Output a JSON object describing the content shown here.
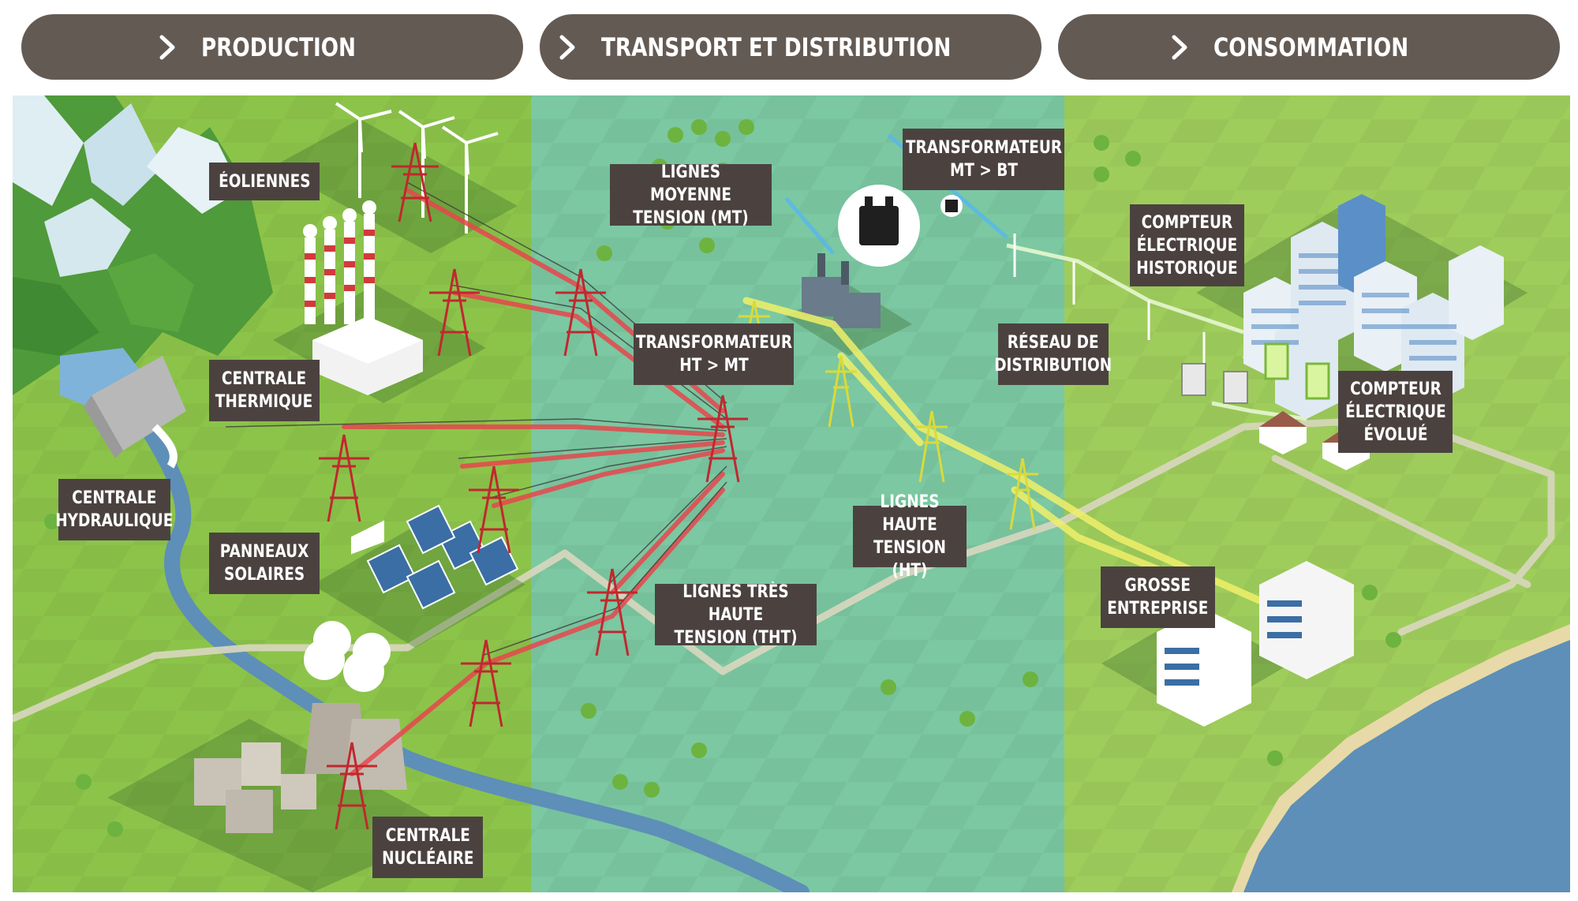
{
  "tabs": [
    {
      "label": "PRODUCTION"
    },
    {
      "label": "TRANSPORT ET DISTRIBUTION"
    },
    {
      "label": "CONSOMMATION"
    }
  ],
  "labels": {
    "eoliennes": "ÉOLIENNES",
    "centrale_thermique": "CENTRALE\nTHERMIQUE",
    "centrale_hydraulique": "CENTRALE\nHYDRAULIQUE",
    "panneaux_solaires": "PANNEAUX\nSOLAIRES",
    "centrale_nucleaire": "CENTRALE\nNUCLÉAIRE",
    "lignes_moyenne_tension": "LIGNES MOYENNE\nTENSION (MT)",
    "transformateur_ht_mt": "TRANSFORMATEUR\nHT > MT",
    "transformateur_mt_bt": "TRANSFORMATEUR\nMT > BT",
    "reseau_distribution": "RÉSEAU DE\nDISTRIBUTION",
    "lignes_haute_tension": "LIGNES HAUTE\nTENSION (HT)",
    "lignes_tres_haute_tension": "LIGNES TRÈS HAUTE\nTENSION (THT)",
    "compteur_historique": "COMPTEUR\nÉLECTRIQUE\nHISTORIQUE",
    "compteur_evolue": "COMPTEUR\nÉLECTRIQUE\nÉVOLUÉ",
    "grosse_entreprise": "GROSSE\nENTREPRISE"
  },
  "colors": {
    "tab_bg": "#645a54",
    "label_bg": "#4b4240",
    "production_zone": "#8cc44a",
    "transport_zone": "#7fcaa6",
    "consommation_zone": "#9fcd5c",
    "tht_line": "#e8464d",
    "ht_line": "#f0f06a",
    "mt_line": "#5ab8e8",
    "water": "#5d8fb8"
  }
}
